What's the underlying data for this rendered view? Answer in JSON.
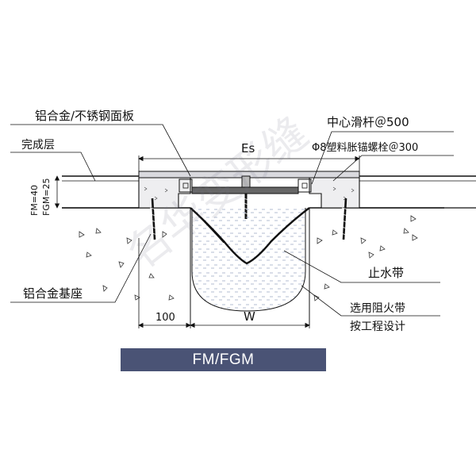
{
  "diagram": {
    "labels": {
      "aluminum_stainless_plate": "铝合金/不锈钢面板",
      "finish_layer": "完成层",
      "center_slide_bar": "中心滑杆＠500",
      "anchor_bolt": "Φ8塑料胀锚螺栓＠300",
      "waterstop": "止水带",
      "aluminum_base": "铝合金基座",
      "fire_barrier_line1": "选用阻火带",
      "fire_barrier_line2": "按工程设计"
    },
    "dimensions": {
      "es": "Es",
      "w": "W",
      "hundred": "100",
      "fm_height": "FM=40",
      "fgm_height": "FGM=25"
    },
    "caption": "FM/FGM",
    "watermark": "名华变形缝"
  },
  "colors": {
    "caption_bg": "#4a5375",
    "caption_text": "#ffffff",
    "line": "#111111",
    "fill_light": "#e9e9ec"
  }
}
